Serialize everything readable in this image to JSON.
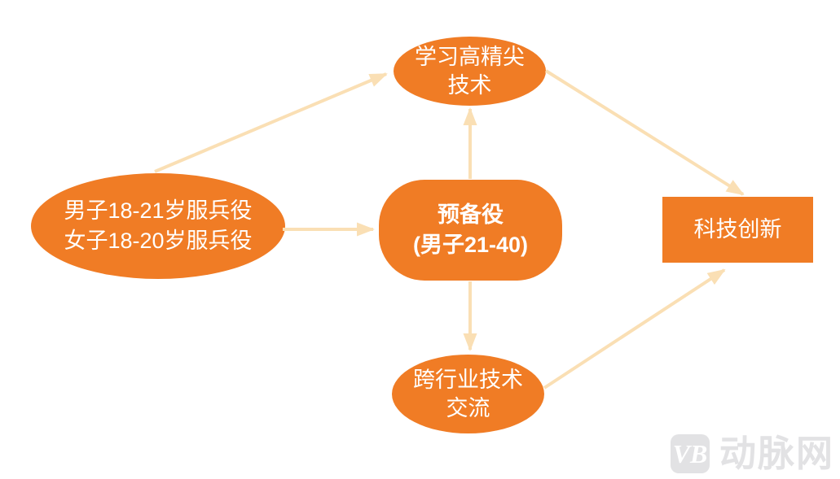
{
  "diagram": {
    "nodes": {
      "service": {
        "shape": "ellipse",
        "line1": "男子18-21岁服兵役",
        "line2": "女子18-20岁服兵役"
      },
      "learn": {
        "shape": "ellipse",
        "line1": "学习高精尖",
        "line2": "技术"
      },
      "reserve": {
        "shape": "rounded-rect",
        "line1": "预备役",
        "line2": "(男子21-40)"
      },
      "exchange": {
        "shape": "ellipse",
        "line1": "跨行业技术",
        "line2": "交流"
      },
      "innovation": {
        "shape": "rect",
        "label": "科技创新"
      }
    },
    "edges": [
      {
        "from": "service",
        "to": "learn"
      },
      {
        "from": "service",
        "to": "reserve"
      },
      {
        "from": "reserve",
        "to": "learn"
      },
      {
        "from": "reserve",
        "to": "exchange"
      },
      {
        "from": "learn",
        "to": "innovation"
      },
      {
        "from": "exchange",
        "to": "innovation"
      }
    ]
  },
  "watermark": {
    "badge_text": "VB",
    "brand_text": "动脉网"
  },
  "colors": {
    "node_fill": "#F07C25",
    "arrow": "#FADFB4",
    "node_text": "#FFFFFF",
    "watermark": "#E2E2E4",
    "background": "#FFFFFF"
  }
}
